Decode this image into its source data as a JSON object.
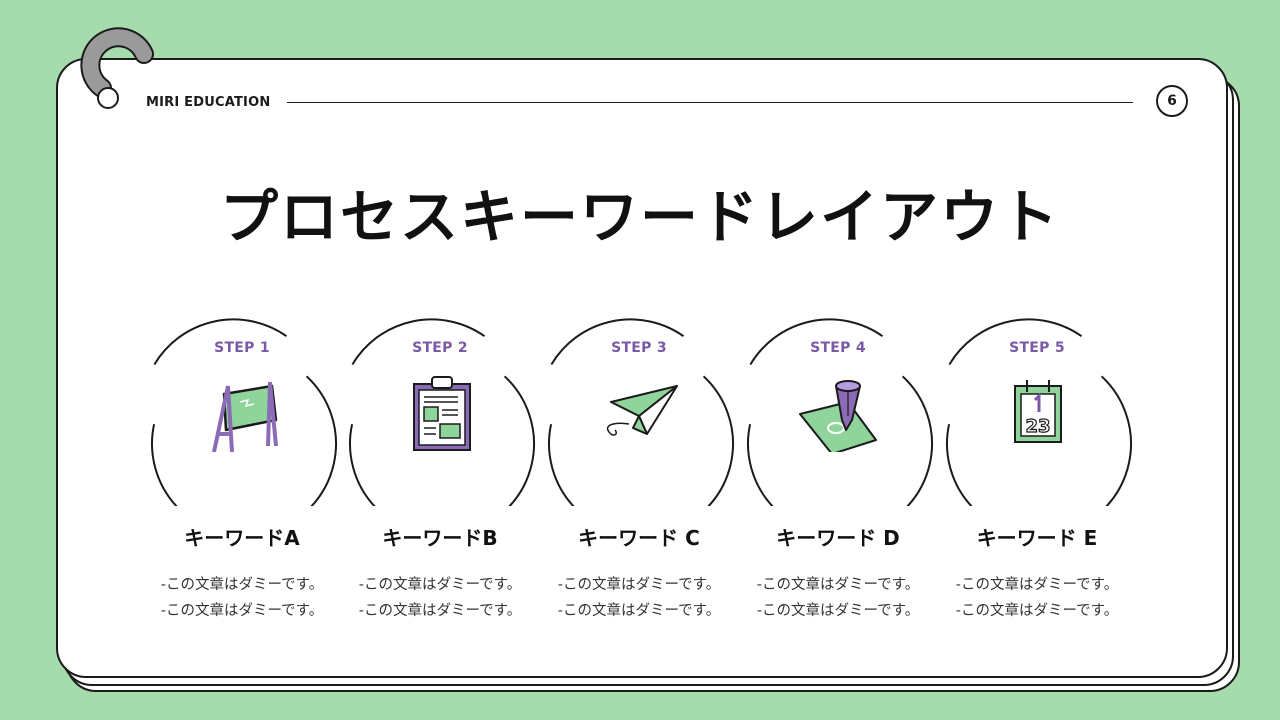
{
  "brand": "MIRI EDUCATION",
  "page_number": "6",
  "title": "プロセスキーワードレイアウト",
  "steps": [
    {
      "label": "STEP 1",
      "keyword": "キーワードA",
      "desc1": "-この文章はダミーです。",
      "desc2": "-この文章はダミーです。",
      "icon": "easel-board-icon"
    },
    {
      "label": "STEP 2",
      "keyword": "キーワードB",
      "desc1": "-この文章はダミーです。",
      "desc2": "-この文章はダミーです。",
      "icon": "clipboard-icon"
    },
    {
      "label": "STEP 3",
      "keyword": "キーワード C",
      "desc1": "-この文章はダミーです。",
      "desc2": "-この文章はダミーです。",
      "icon": "paper-plane-icon"
    },
    {
      "label": "STEP 4",
      "keyword": "キーワード D",
      "desc1": "-この文章はダミーです。",
      "desc2": "-この文章はダミーです。",
      "icon": "pencil-paper-icon"
    },
    {
      "label": "STEP 5",
      "keyword": "キーワード E",
      "desc1": "-この文章はダミーです。",
      "desc2": "-この文章はダミーです。",
      "icon": "calendar-icon"
    }
  ],
  "colors": {
    "background": "#a6dbad",
    "accent_purple": "#7a5aa6",
    "icon_green": "#8fd49a",
    "icon_purple": "#8b6bb5",
    "ring_gray": "#9a9a9a"
  }
}
